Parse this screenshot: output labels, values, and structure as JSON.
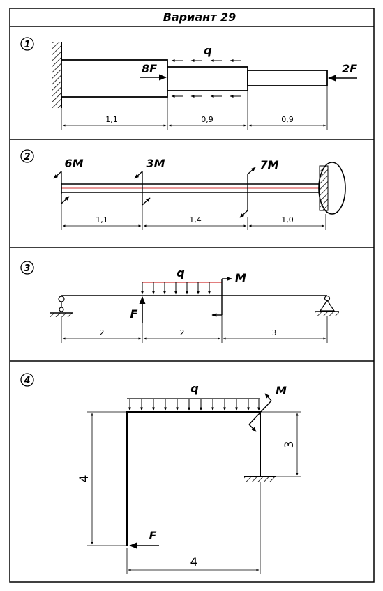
{
  "title": "Вариант 29",
  "panels": [
    {
      "number": "1",
      "loads": {
        "left_force": "8F",
        "right_force": "2F",
        "distributed": "q"
      },
      "dimensions": [
        "1,1",
        "0,9",
        "0,9"
      ]
    },
    {
      "number": "2",
      "moments": [
        "6M",
        "3M",
        "7M"
      ],
      "dimensions": [
        "1,1",
        "1,4",
        "1,0"
      ]
    },
    {
      "number": "3",
      "loads": {
        "distributed": "q",
        "moment": "M",
        "force": "F"
      },
      "dimensions": [
        "2",
        "2",
        "3"
      ]
    },
    {
      "number": "4",
      "loads": {
        "distributed": "q",
        "moment": "M",
        "force": "F"
      },
      "dimensions": {
        "left_height": "4",
        "right_height": "3",
        "width": "4"
      }
    }
  ],
  "colors": {
    "ink": "#000000",
    "axis_line": "#d03030"
  }
}
